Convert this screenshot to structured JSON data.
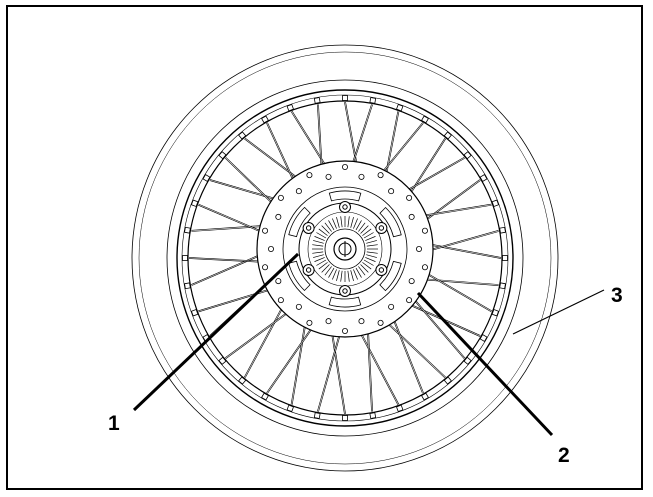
{
  "diagram": {
    "callouts": [
      {
        "id": "1",
        "label": "1"
      },
      {
        "id": "2",
        "label": "2"
      },
      {
        "id": "3",
        "label": "3"
      }
    ],
    "spoke_count": 36,
    "disc_bolt_count": 6,
    "disc_hole_count": 28,
    "colors": {
      "line": "#000000",
      "background": "#ffffff"
    }
  }
}
